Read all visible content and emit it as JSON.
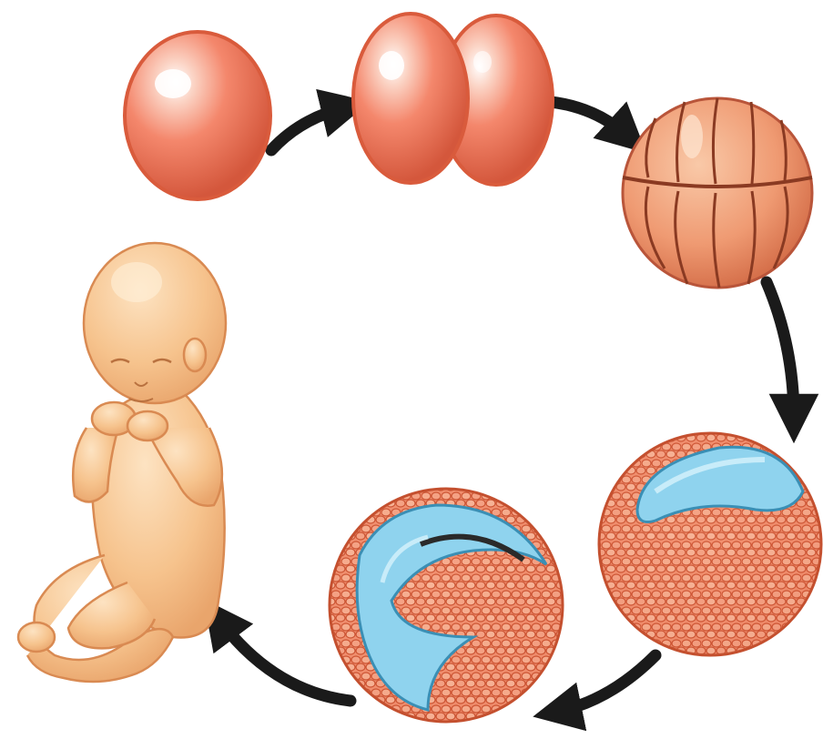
{
  "diagram": {
    "type": "cycle",
    "stages": [
      {
        "id": "zygote",
        "order": 1
      },
      {
        "id": "two-cell",
        "order": 2
      },
      {
        "id": "morula",
        "order": 3
      },
      {
        "id": "blastula",
        "order": 4
      },
      {
        "id": "gastrula",
        "order": 5
      },
      {
        "id": "fetus",
        "order": 6
      }
    ],
    "arrow_color": "#1a1a1a",
    "colors": {
      "cell": "#f0826a",
      "cell_dark": "#d35a3e",
      "cavity": "#8fd3ee",
      "skin": "#f7c690",
      "skin_dark": "#e3a066"
    }
  }
}
